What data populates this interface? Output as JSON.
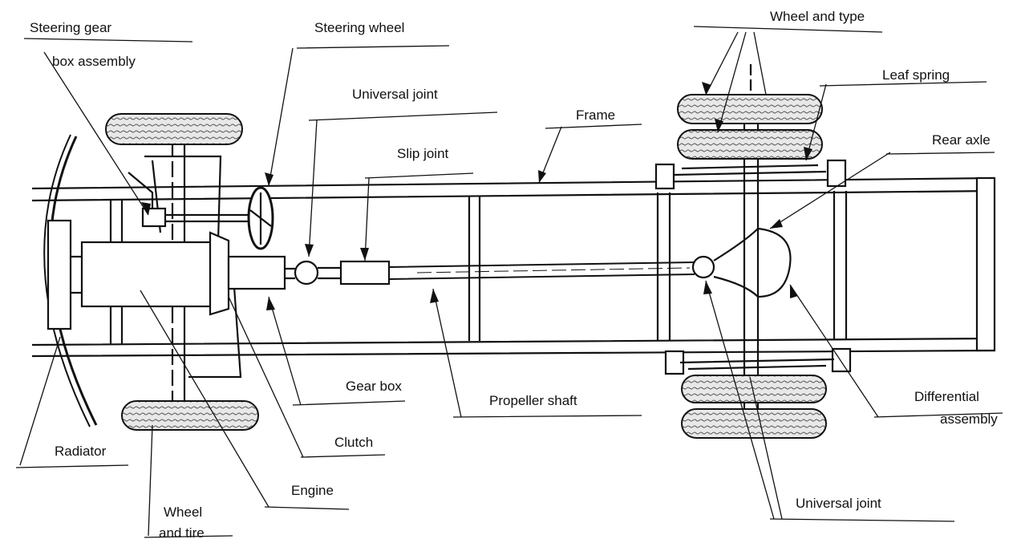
{
  "diagram": {
    "labels": {
      "steering_gear_line1": "Steering gear",
      "steering_gear_line2": "box assembly",
      "steering_wheel": "Steering wheel",
      "universal_joint_front": "Universal joint",
      "slip_joint": "Slip joint",
      "frame": "Frame",
      "wheel_and_type": "Wheel and type",
      "leaf_spring": "Leaf spring",
      "rear_axle": "Rear axle",
      "gear_box": "Gear box",
      "propeller_shaft": "Propeller shaft",
      "differential_line1": "Differential",
      "differential_line2": "assembly",
      "radiator": "Radiator",
      "clutch": "Clutch",
      "engine": "Engine",
      "wheel_and_tire_line1": "Wheel",
      "wheel_and_tire_line2": "and tire",
      "universal_joint_rear": "Universal joint"
    }
  }
}
